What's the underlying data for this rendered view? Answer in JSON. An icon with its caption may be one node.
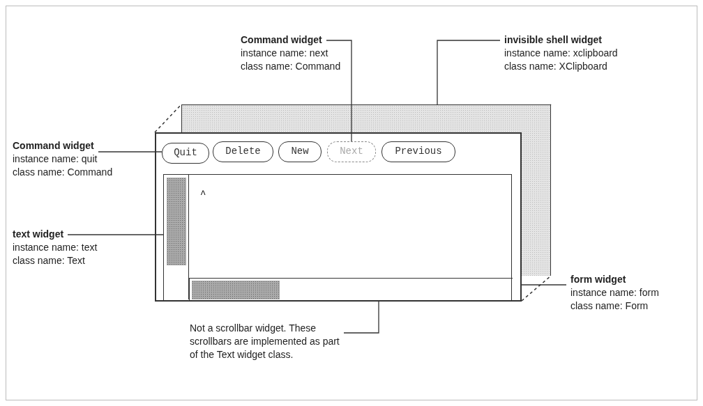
{
  "diagram": {
    "nodes": [
      {
        "text": [
          "Command widget",
          "instance name: next",
          "class name: Command"
        ]
      },
      {
        "text": [
          "invisible shell widget",
          "instance name: xclipboard",
          "class name: XClipboard"
        ]
      },
      {
        "text": [
          "Command widget",
          "instance name: quit",
          "class name: Command"
        ]
      },
      {
        "text": [
          "text widget",
          "instance name: text",
          "class name: Text"
        ]
      },
      {
        "text": [
          "form widget",
          "instance name: form",
          "class name: Form"
        ]
      },
      {
        "text": [
          "Not a scrollbar widget. These scrollbars are implemented as part of the Text widget class."
        ]
      },
      {
        "text": [],
        "shape": "box"
      },
      {
        "text": [],
        "shape": "box"
      },
      {
        "text": [
          "Quit"
        ],
        "in": 7
      },
      {
        "text": [
          "Delete"
        ]
      },
      {
        "text": [
          "New"
        ]
      },
      {
        "text": [
          "Next"
        ]
      },
      {
        "text": [
          "Previous"
        ]
      },
      {
        "text": [],
        "shape": "box",
        "in": 7
      },
      {
        "text": [],
        "shape": "bar",
        "in": 13
      }
    ],
    "edges": [
      {
        "from": 0,
        "to": 11,
        "arrow": "none"
      },
      {
        "from": 1,
        "to": 6,
        "arrow": "none"
      },
      {
        "from": 2,
        "to": 8,
        "arrow": "none"
      },
      {
        "from": 3,
        "to": 13,
        "arrow": "none"
      },
      {
        "from": 4,
        "to": 7,
        "arrow": "none"
      },
      {
        "from": 5,
        "to": 14,
        "arrow": "none"
      }
    ],
    "labels": [
      "^"
    ]
  }
}
